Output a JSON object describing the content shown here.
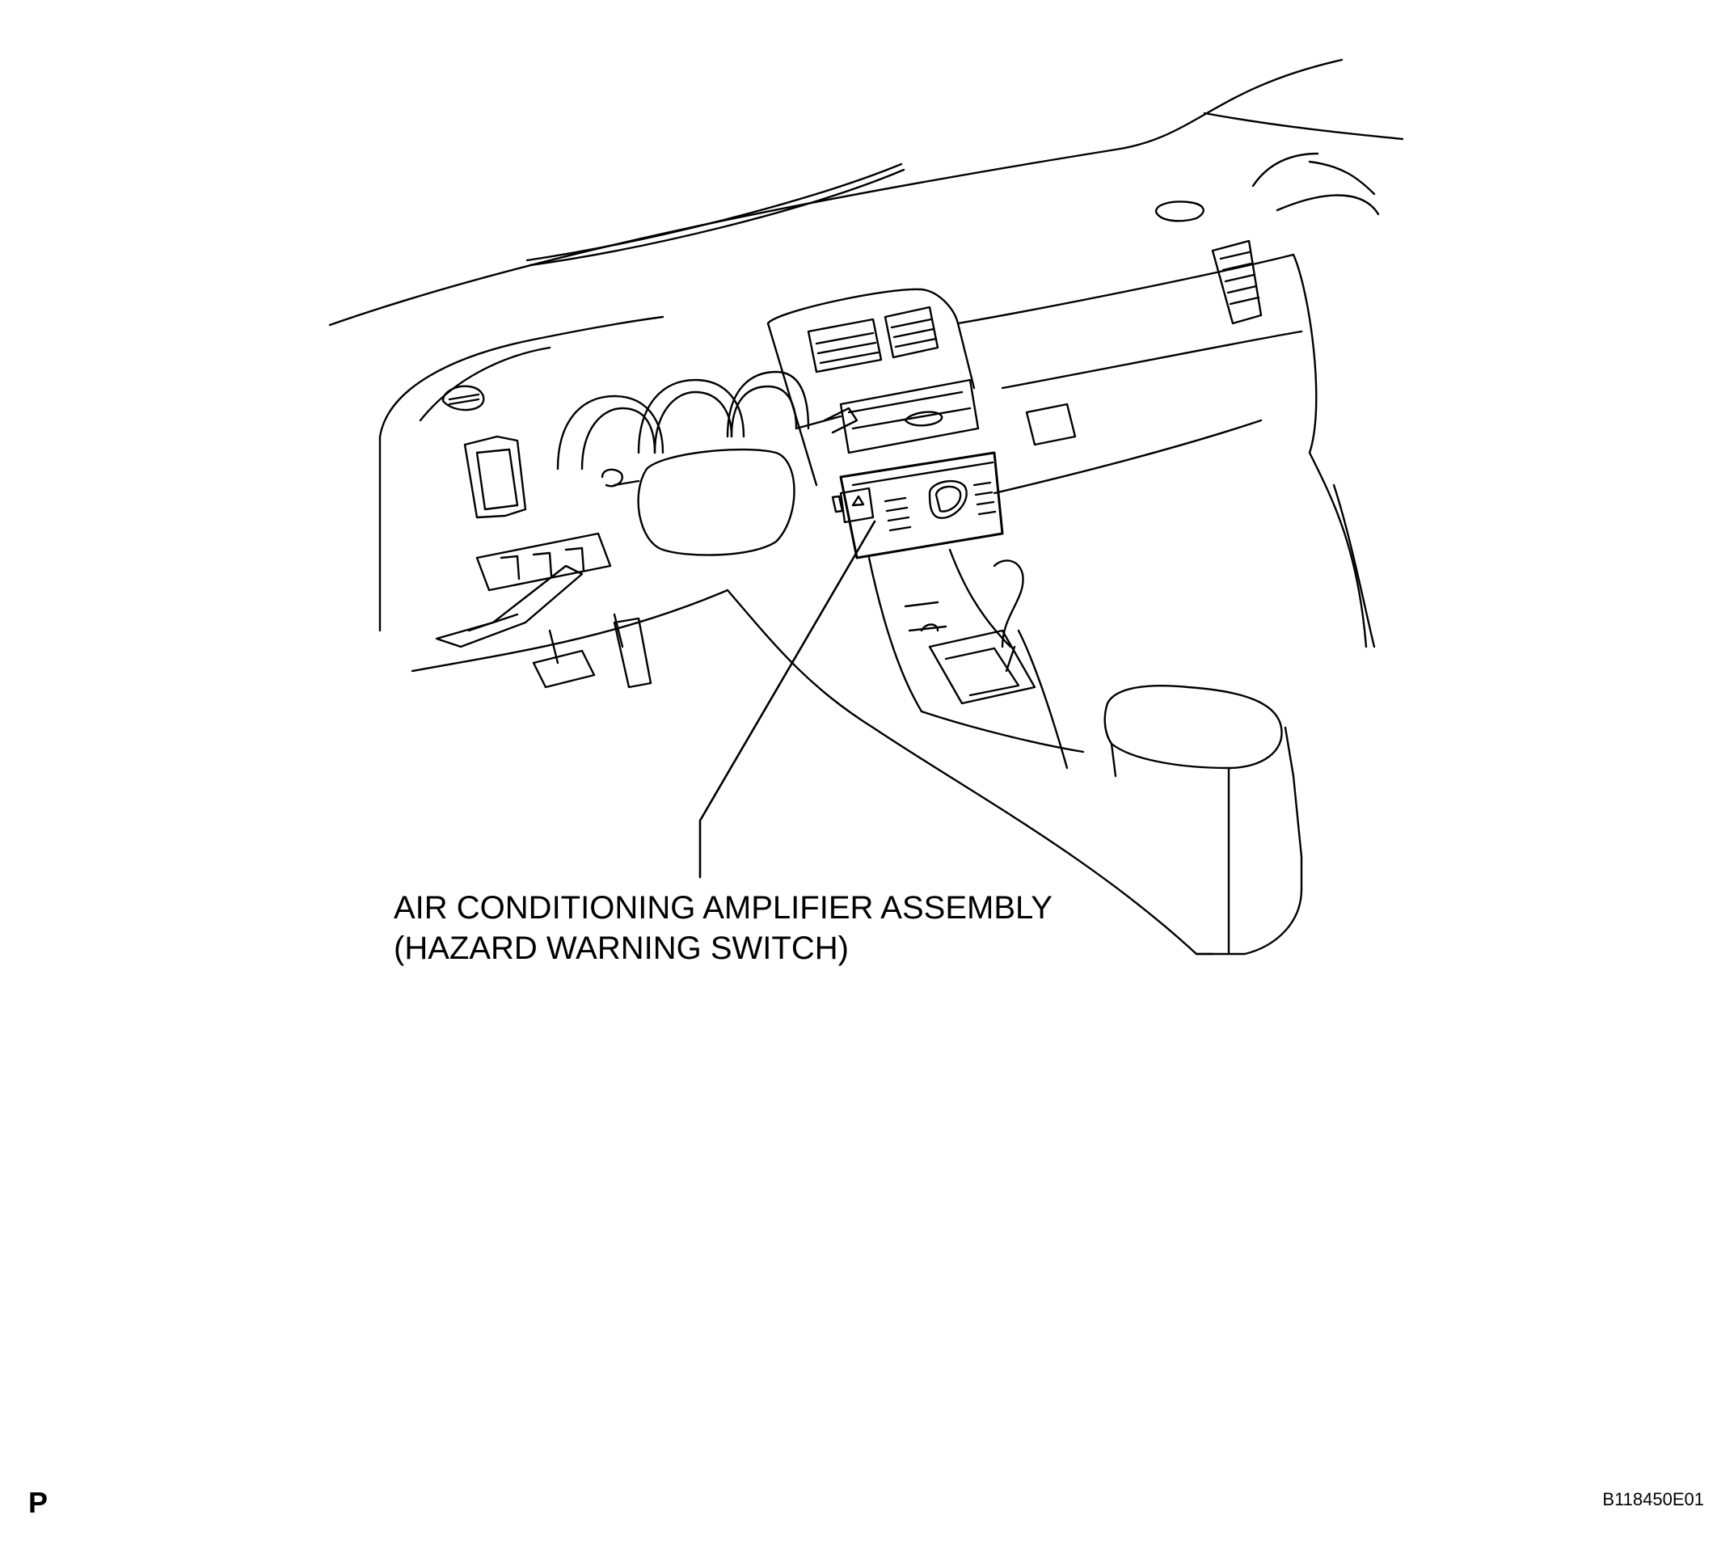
{
  "diagram": {
    "callout": {
      "line1": "AIR CONDITIONING AMPLIFIER ASSEMBLY",
      "line2": "(HAZARD WARNING SWITCH)"
    },
    "corner_left": "P",
    "figure_id": "B118450E01"
  }
}
